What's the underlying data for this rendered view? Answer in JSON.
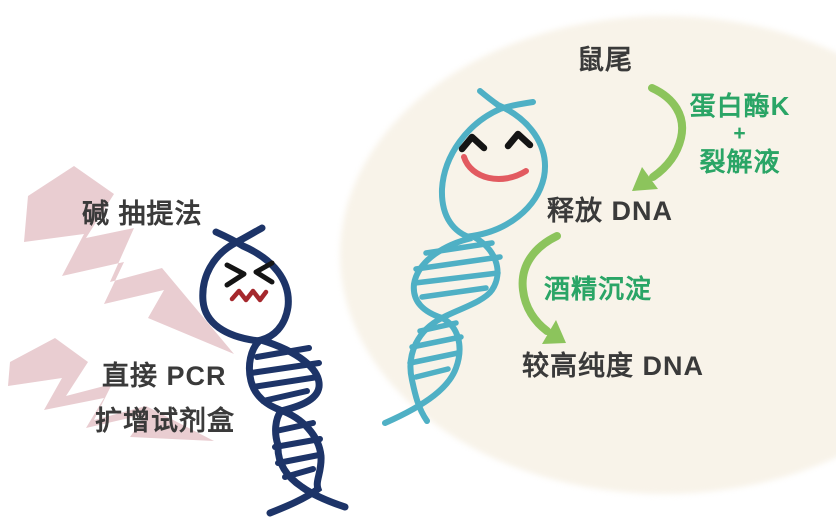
{
  "figure": {
    "left_group": {
      "alkali_method": "碱 抽提法",
      "direct_pcr": "直接 PCR",
      "pcr_kit": "扩增试剂盒"
    },
    "right_flow": {
      "source": "鼠尾",
      "step1": {
        "reagent_line1": "蛋白酶K",
        "plus": "+",
        "reagent_line2": "裂解液"
      },
      "intermediate": "释放 DNA",
      "step2": {
        "reagent": "酒精沉淀"
      },
      "result": "较高纯度 DNA"
    },
    "icons": {
      "sad_dna": "sad-dna-icon",
      "happy_dna": "happy-dna-icon",
      "lightning_bolts": "lightning-bolt-icon",
      "arrow1": "curved-arrow-icon",
      "arrow2": "curved-arrow-icon"
    },
    "colors": {
      "navy_dna": "#1d3468",
      "teal_dna": "#4fb0c5",
      "green_arrow": "#8cc45c",
      "green_text": "#2aa566",
      "pink_bolt": "#e9cdd1",
      "cream_blob": "#f8f3e9",
      "dark_text": "#3a3a3a",
      "smile_red": "#e25a60",
      "zigzag_mouth_red": "#a5282d"
    }
  }
}
